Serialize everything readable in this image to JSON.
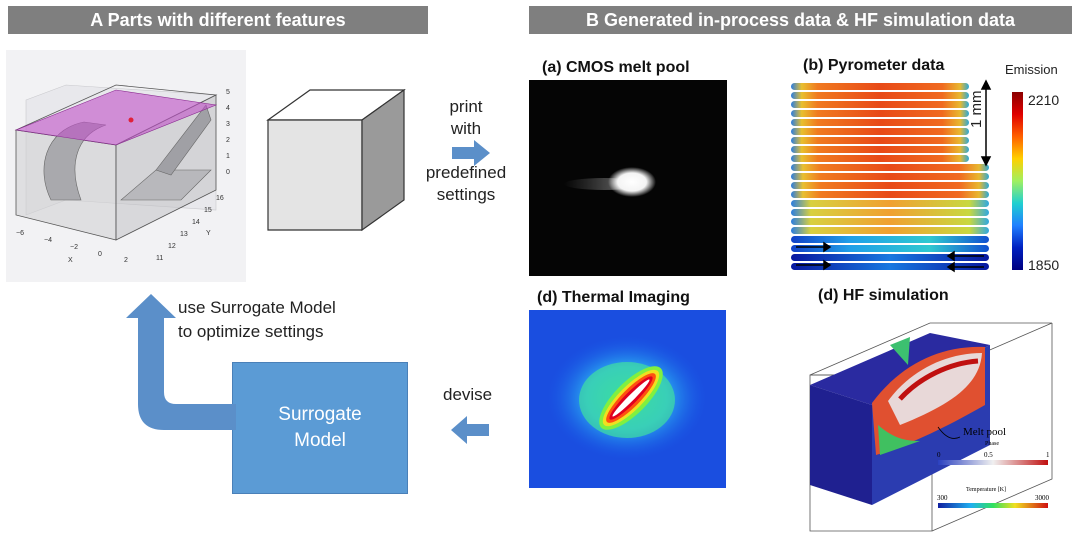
{
  "section_a": {
    "title": "A Parts with different features"
  },
  "section_b": {
    "title": "B Generated in-process data & HF simulation data"
  },
  "plot3d": {
    "z_ticks": [
      "5",
      "4",
      "3",
      "2",
      "1",
      "0"
    ],
    "x_ticks": [
      "−6",
      "−4",
      "−2",
      "0",
      "2"
    ],
    "x_label": "X",
    "y_ticks": [
      "11",
      "12",
      "13",
      "14",
      "15",
      "16"
    ],
    "y_label": "Y"
  },
  "print_arrow": {
    "lines": [
      "print",
      "with",
      "predefined",
      "settings"
    ]
  },
  "panel_a": {
    "title": "(a) CMOS melt pool"
  },
  "panel_b": {
    "title": "(b) Pyrometer data",
    "scale_label": "1 mm",
    "colorbar": {
      "label": "Emission",
      "max": "2210",
      "min": "1850"
    }
  },
  "panel_c": {
    "title": "(d) Thermal Imaging"
  },
  "panel_d": {
    "title": "(d) HF simulation",
    "melt_pool_label": "Melt pool",
    "phase_bar": {
      "label": "Phase",
      "ticks": [
        "0",
        "0.5",
        "1"
      ]
    },
    "temp_bar": {
      "label": "Temperature [K]",
      "ticks": [
        "300",
        "3000"
      ]
    }
  },
  "surrogate": {
    "label_line1": "Surrogate",
    "label_line2": "Model"
  },
  "devise_arrow": {
    "label": "devise"
  },
  "optimize_arrow": {
    "line1": "use Surrogate Model",
    "line2": "to optimize settings"
  },
  "colors": {
    "banner": "#7f7f7f",
    "arrow_blue": "#5b8fc9",
    "surrogate_fill": "#5b9bd5",
    "magenta_plane": "#c050c8"
  }
}
